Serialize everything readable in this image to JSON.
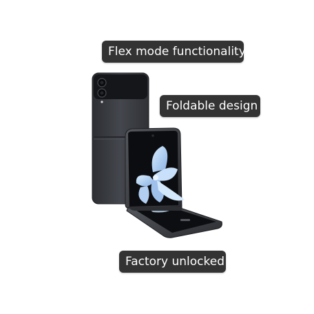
{
  "labels": {
    "flex_mode": "Flex mode functionality",
    "foldable": "Foldable design",
    "factory": "Factory unlocked"
  },
  "colors": {
    "pill_bg": "#333333",
    "pill_text": "#ffffff",
    "phone_body": "#3b3d42",
    "screen": "#0c0d10",
    "wallpaper_petals": "#b9d6f2"
  },
  "product_image": "samsung-galaxy-z-flip-phone"
}
